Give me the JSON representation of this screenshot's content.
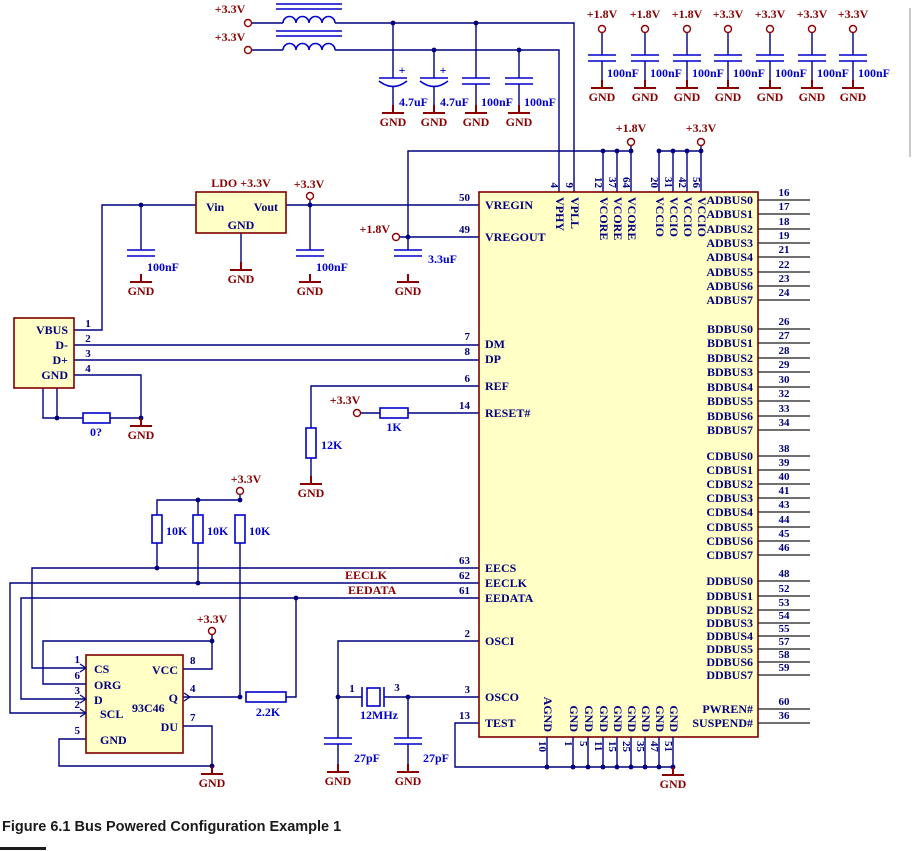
{
  "caption": "Figure 6.1 Bus Powered Configuration Example 1",
  "colors": {
    "wire": "#000080",
    "component": "#0000CC",
    "power_label": "#8B0000",
    "box_fill": "#FFFFC6",
    "box_border": "#7F0000",
    "pin_stub": "#1A1A1A"
  },
  "power_labels": {
    "gnd": "GND"
  },
  "ferrite_inputs": {
    "supplies": [
      "+3.3V",
      "+3.3V"
    ]
  },
  "decoupling_bank": {
    "supplies": [
      "+1.8V",
      "+1.8V",
      "+1.8V",
      "+3.3V",
      "+3.3V",
      "+3.3V",
      "+3.3V"
    ],
    "values": [
      "100nF",
      "100nF",
      "100nF",
      "100nF",
      "100nF",
      "100nF",
      "100nF"
    ]
  },
  "rails": {
    "core": "+1.8V",
    "io": "+3.3V",
    "ldo_out": "+3.3V",
    "vreg_out": "+1.8V",
    "reset": "+3.3V",
    "pullup": "+3.3V",
    "eeprom": "+3.3V"
  },
  "capacitors": {
    "polarity_mark": "+",
    "bulk": [
      "4.7uF",
      "4.7uF",
      "100nF",
      "100nF"
    ],
    "ldo_in": "100nF",
    "ldo_out": "100nF",
    "vreg_out": "3.3uF",
    "xtal": [
      "27pF",
      "27pF"
    ]
  },
  "resistors": {
    "usb_shield": "0?",
    "ref": "12K",
    "reset": "1K",
    "eeprom_pullups": [
      "10K",
      "10K",
      "10K"
    ],
    "eeprom_data": "2.2K"
  },
  "ldo": {
    "title": "LDO +3.3V",
    "pin_in": "Vin",
    "pin_out": "Vout",
    "pin_gnd": "GND"
  },
  "usb_connector": {
    "pins": [
      {
        "name": "VBUS",
        "num": "1"
      },
      {
        "name": "D-",
        "num": "2"
      },
      {
        "name": "D+",
        "num": "3"
      },
      {
        "name": "GND",
        "num": "4"
      }
    ]
  },
  "net_labels": {
    "eeclk": "EECLK",
    "eedata": "EEDATA"
  },
  "eeprom": {
    "part": "93C46",
    "left_pins": [
      {
        "name": "CS",
        "num": "1"
      },
      {
        "name": "ORG",
        "num": "6"
      },
      {
        "name": "D",
        "num": "3"
      },
      {
        "name": "SCL",
        "num": "2"
      },
      {
        "name": "GND",
        "num": "5"
      }
    ],
    "right_pins": [
      {
        "name": "VCC",
        "num": "8"
      },
      {
        "name": "Q",
        "num": "4"
      },
      {
        "name": "DU",
        "num": "7"
      }
    ]
  },
  "crystal": {
    "value": "12MHz",
    "pins": [
      "1",
      "3"
    ]
  },
  "ic": {
    "left_pins": [
      {
        "name": "VREGIN",
        "num": "50"
      },
      {
        "name": "VREGOUT",
        "num": "49"
      },
      {
        "name": "DM",
        "num": "7"
      },
      {
        "name": "DP",
        "num": "8"
      },
      {
        "name": "REF",
        "num": "6"
      },
      {
        "name": "RESET#",
        "num": "14"
      },
      {
        "name": "EECS",
        "num": "63"
      },
      {
        "name": "EECLK",
        "num": "62"
      },
      {
        "name": "EEDATA",
        "num": "61"
      },
      {
        "name": "OSCI",
        "num": "2"
      },
      {
        "name": "OSCO",
        "num": "3"
      },
      {
        "name": "TEST",
        "num": "13"
      }
    ],
    "top_pins": [
      {
        "name": "VPHY",
        "num": "4"
      },
      {
        "name": "VPLL",
        "num": "9"
      },
      {
        "name": "VCORE",
        "num": "12"
      },
      {
        "name": "VCORE",
        "num": "37"
      },
      {
        "name": "VCORE",
        "num": "64"
      },
      {
        "name": "VCCIO",
        "num": "20"
      },
      {
        "name": "VCCIO",
        "num": "31"
      },
      {
        "name": "VCCIO",
        "num": "42"
      },
      {
        "name": "VCCIO",
        "num": "56"
      }
    ],
    "right_buses": [
      {
        "names": [
          "ADBUS0",
          "ADBUS1",
          "ADBUS2",
          "ADBUS3",
          "ADBUS4",
          "ADBUS5",
          "ADBUS6",
          "ADBUS7"
        ],
        "nums": [
          "16",
          "17",
          "18",
          "19",
          "21",
          "22",
          "23",
          "24"
        ]
      },
      {
        "names": [
          "BDBUS0",
          "BDBUS1",
          "BDBUS2",
          "BDBUS3",
          "BDBUS4",
          "BDBUS5",
          "BDBUS6",
          "BDBUS7"
        ],
        "nums": [
          "26",
          "27",
          "28",
          "29",
          "30",
          "32",
          "33",
          "34"
        ]
      },
      {
        "names": [
          "CDBUS0",
          "CDBUS1",
          "CDBUS2",
          "CDBUS3",
          "CDBUS4",
          "CDBUS5",
          "CDBUS6",
          "CDBUS7"
        ],
        "nums": [
          "38",
          "39",
          "40",
          "41",
          "43",
          "44",
          "45",
          "46"
        ]
      },
      {
        "names": [
          "DDBUS0",
          "DDBUS1",
          "DDBUS2",
          "DDBUS3",
          "DDBUS4",
          "DDBUS5",
          "DDBUS6",
          "DDBUS7"
        ],
        "nums": [
          "48",
          "52",
          "53",
          "54",
          "55",
          "57",
          "58",
          "59"
        ]
      }
    ],
    "right_misc": [
      {
        "name": "PWREN#",
        "num": "60"
      },
      {
        "name": "SUSPEND#",
        "num": "36"
      }
    ],
    "bottom_pins": [
      {
        "name": "AGND",
        "num": "10"
      },
      {
        "name": "GND",
        "num": "1"
      },
      {
        "name": "GND",
        "num": "5"
      },
      {
        "name": "GND",
        "num": "11"
      },
      {
        "name": "GND",
        "num": "15"
      },
      {
        "name": "GND",
        "num": "25"
      },
      {
        "name": "GND",
        "num": "35"
      },
      {
        "name": "GND",
        "num": "47"
      },
      {
        "name": "GND",
        "num": "51"
      }
    ]
  }
}
